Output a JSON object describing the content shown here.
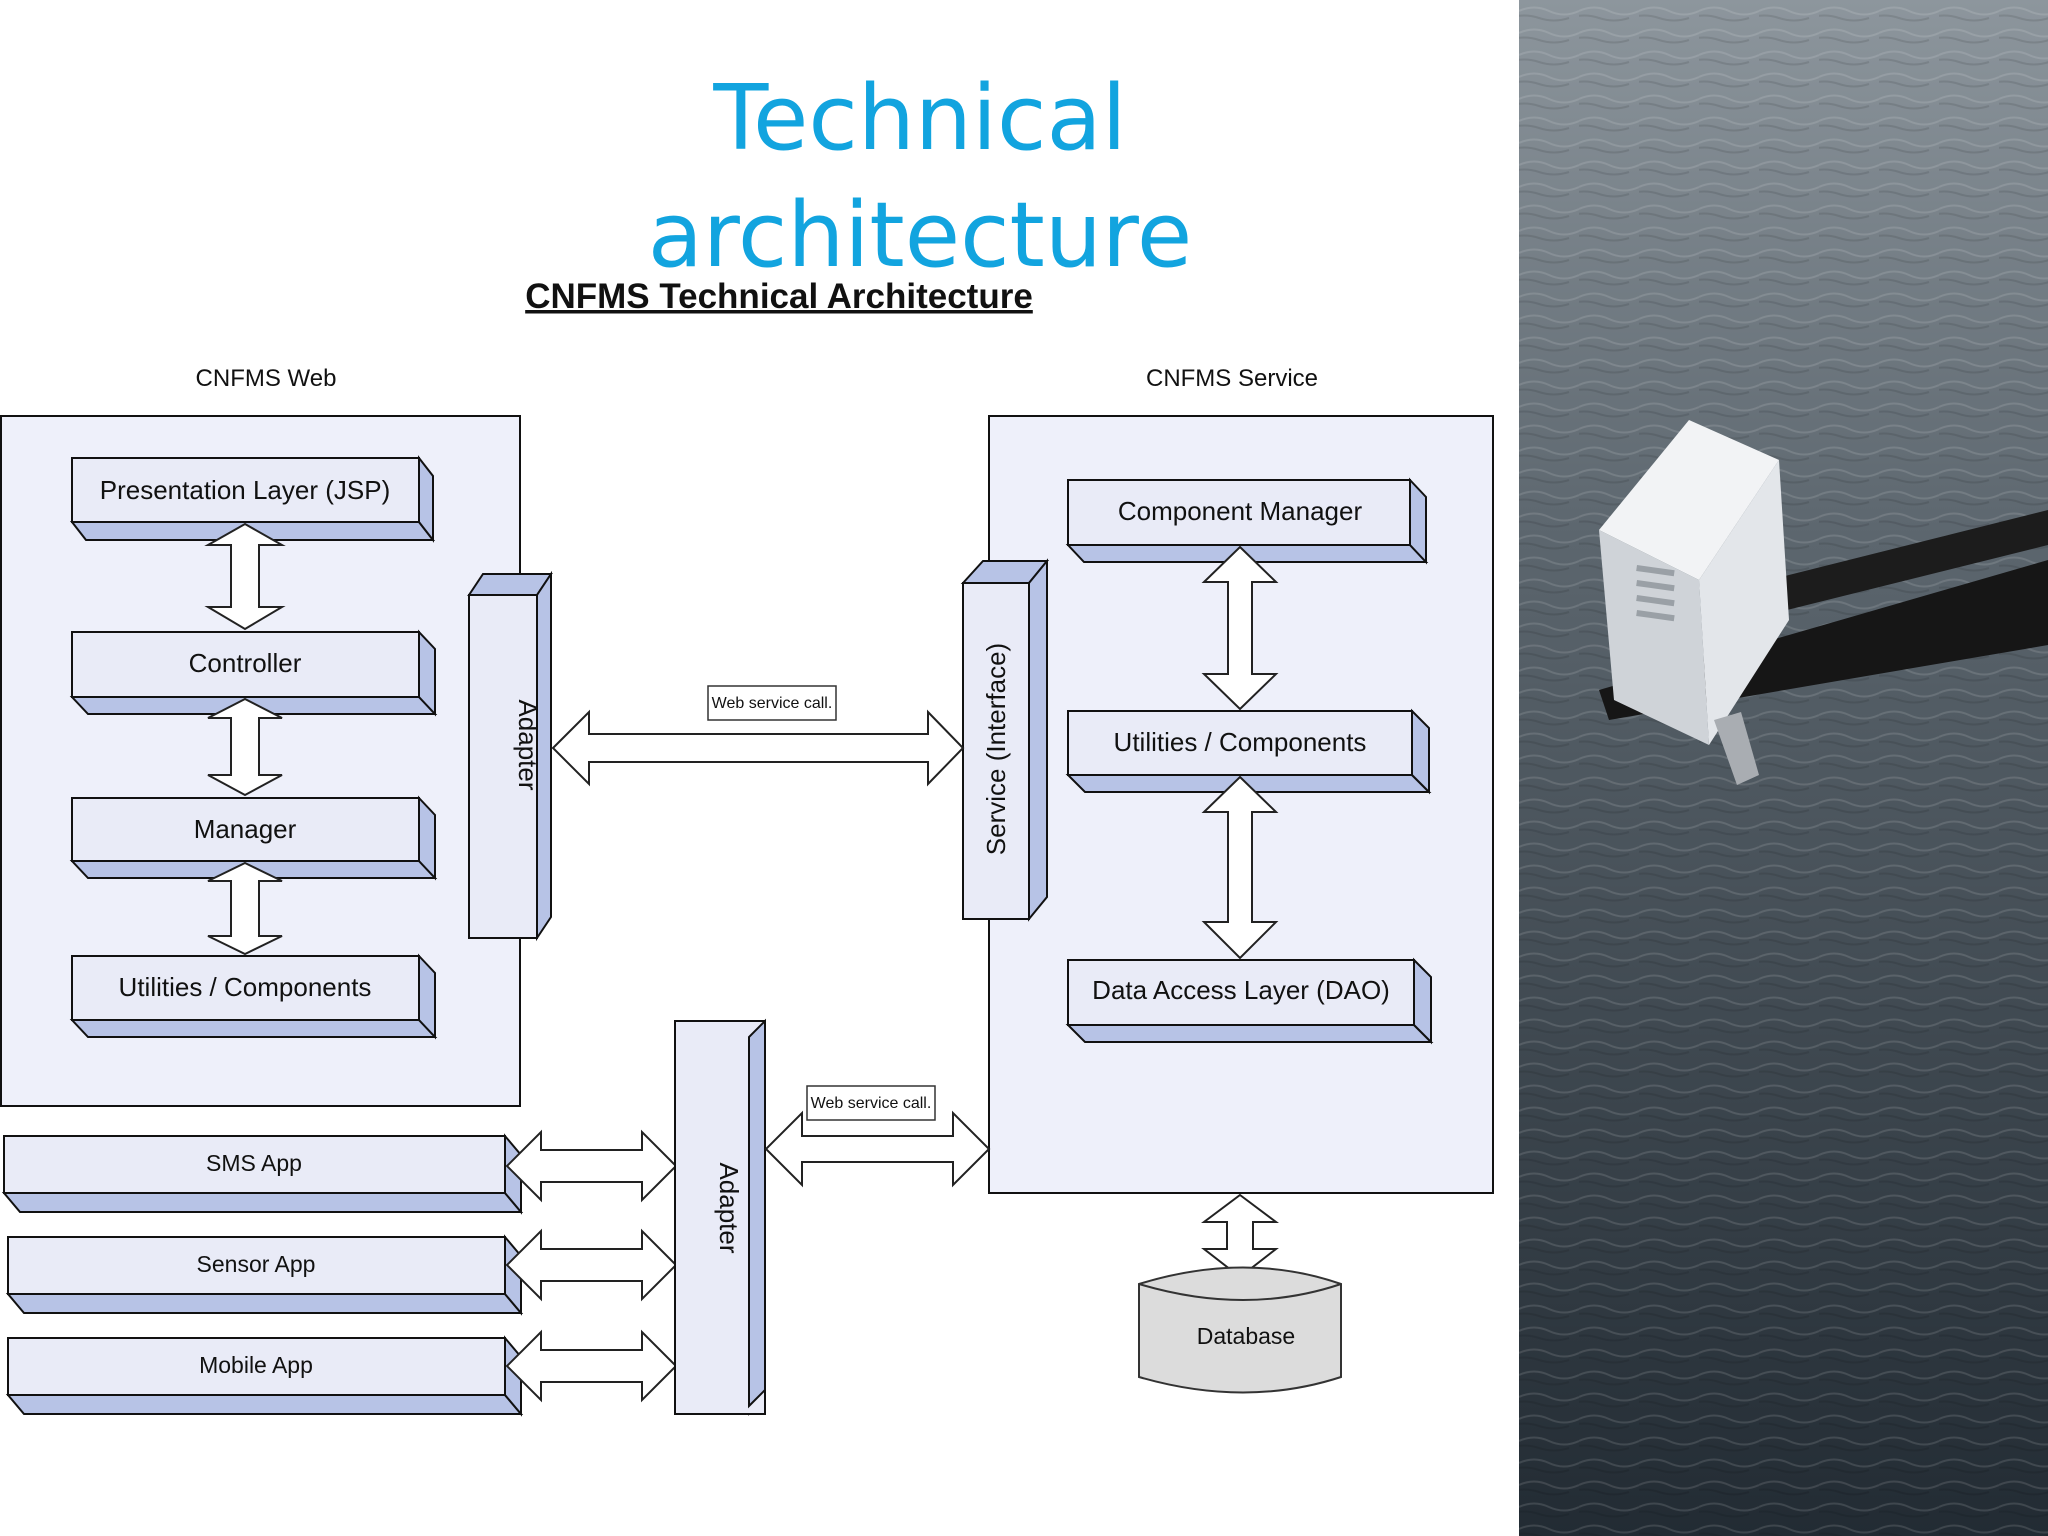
{
  "slide": {
    "title": "Technical architecture"
  },
  "diagram": {
    "title": "CNFMS Technical Architecture",
    "web_group": {
      "label": "CNFMS Web",
      "layers": [
        "Presentation Layer (JSP)",
        "Controller",
        "Manager",
        "Utilities / Components"
      ],
      "adapter_label": "Adapter"
    },
    "service_group": {
      "label": "CNFMS Service",
      "interface_label": "Service (Interface)",
      "layers": [
        "Component Manager",
        "Utilities / Components",
        "Data Access Layer (DAO)"
      ]
    },
    "web_service_call_label": "Web service call.",
    "apps": [
      "SMS App",
      "Sensor App",
      "Mobile App"
    ],
    "apps_adapter_label": "Adapter",
    "database_label": "Database"
  },
  "photo": {
    "subject": "sensor enclosure mounted on a pole above water",
    "icon": "sensor-box-photo"
  },
  "colors": {
    "title_accent": "#12a4df",
    "panel_fill": "#eef0fa",
    "box_fill": "#e9ebf7",
    "box_shadow": "#b7c3e6",
    "water_dark": "#2a343c"
  }
}
